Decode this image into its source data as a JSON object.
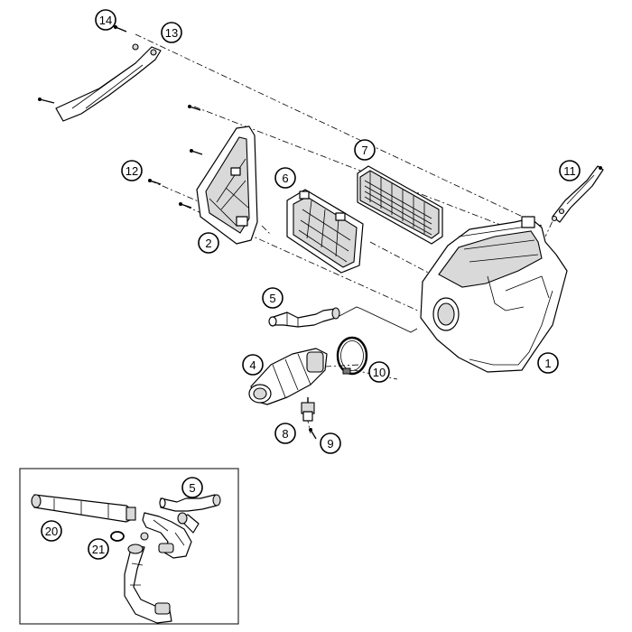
{
  "diagram": {
    "callouts": [
      "14",
      "13",
      "7",
      "6",
      "12",
      "2",
      "11",
      "5",
      "1",
      "4",
      "10",
      "8",
      "9",
      "5",
      "20",
      "21"
    ]
  }
}
